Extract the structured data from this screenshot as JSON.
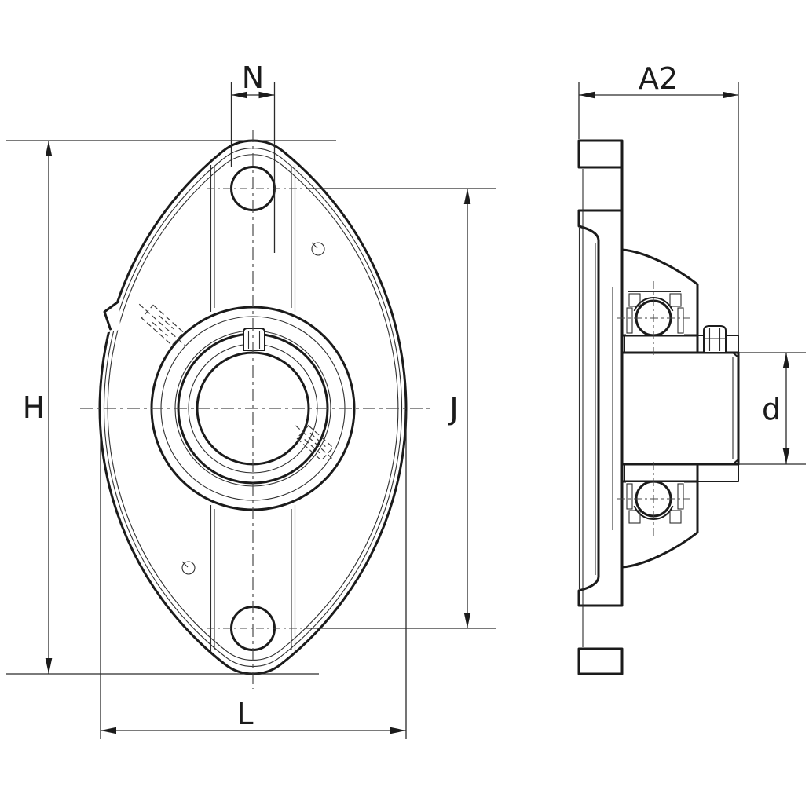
{
  "colors": {
    "line": "#1b1b1b",
    "background": "#ffffff"
  },
  "labels": {
    "N": "N",
    "A2": "A2",
    "H": "H",
    "J": "J",
    "L": "L",
    "d": "d"
  }
}
